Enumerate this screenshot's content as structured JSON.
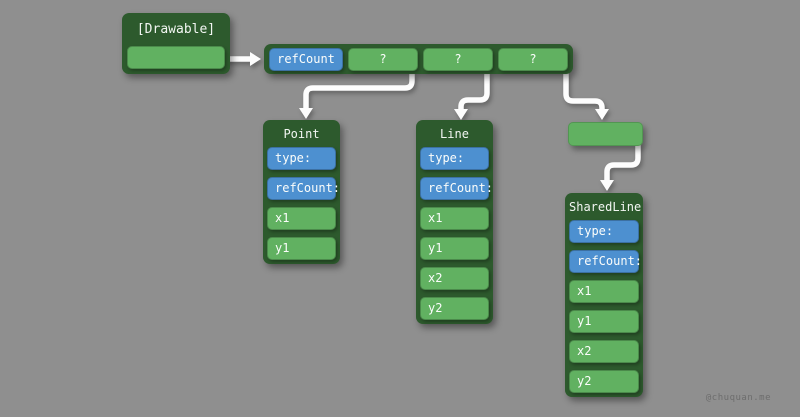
{
  "canvas": {
    "watermark": "@chuquan.me"
  },
  "colors": {
    "background": "#8f8f8f",
    "container_dark_green": "#2d5a2d",
    "cell_green": "#61b161",
    "cell_blue": "#4d90d0",
    "arrow": "#fdfdfd",
    "text": "#ffffff",
    "watermark_text": "#6d6d6d"
  },
  "drawable": {
    "title": "[Drawable]"
  },
  "array": {
    "cells": [
      {
        "label": "refCount",
        "kind": "blue"
      },
      {
        "label": "?",
        "kind": "green"
      },
      {
        "label": "?",
        "kind": "green"
      },
      {
        "label": "?",
        "kind": "green"
      }
    ]
  },
  "structs": {
    "point": {
      "title": "Point",
      "fields": [
        {
          "label": "type:",
          "kind": "blue"
        },
        {
          "label": "refCount:",
          "kind": "blue"
        },
        {
          "label": "x1",
          "kind": "green"
        },
        {
          "label": "y1",
          "kind": "green"
        }
      ]
    },
    "line": {
      "title": "Line",
      "fields": [
        {
          "label": "type:",
          "kind": "blue"
        },
        {
          "label": "refCount:",
          "kind": "blue"
        },
        {
          "label": "x1",
          "kind": "green"
        },
        {
          "label": "y1",
          "kind": "green"
        },
        {
          "label": "x2",
          "kind": "green"
        },
        {
          "label": "y2",
          "kind": "green"
        }
      ]
    },
    "shared_line": {
      "title": "SharedLine",
      "fields": [
        {
          "label": "type:",
          "kind": "blue"
        },
        {
          "label": "refCount:",
          "kind": "blue"
        },
        {
          "label": "x1",
          "kind": "green"
        },
        {
          "label": "y1",
          "kind": "green"
        },
        {
          "label": "x2",
          "kind": "green"
        },
        {
          "label": "y2",
          "kind": "green"
        }
      ]
    }
  }
}
